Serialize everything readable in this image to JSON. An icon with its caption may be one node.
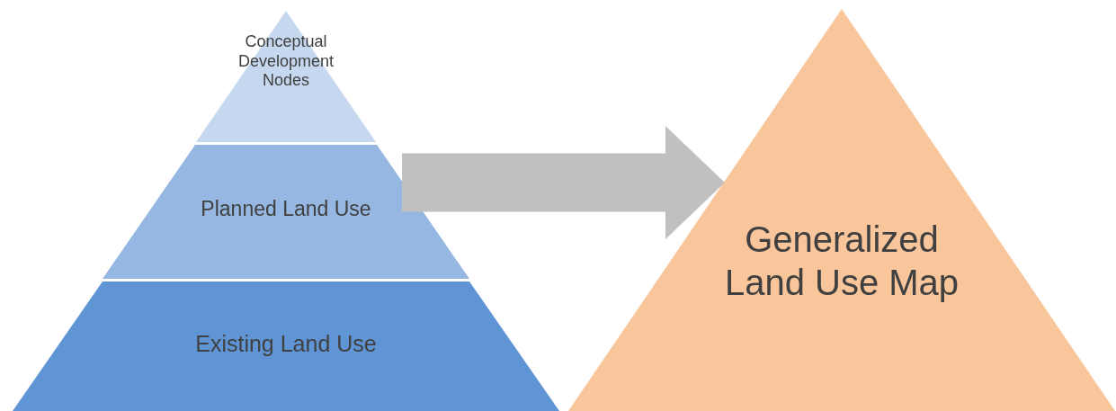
{
  "diagram": {
    "nodes": [
      {
        "text": [
          "Conceptual Development Nodes"
        ]
      },
      {
        "text": [
          "Planned Land Use"
        ]
      },
      {
        "text": [
          "Existing Land Use"
        ]
      },
      {
        "text": [
          "Generalized Land Use Map"
        ]
      }
    ],
    "edges": [
      {
        "from": 1,
        "to": 3,
        "arrow": "to"
      }
    ]
  }
}
